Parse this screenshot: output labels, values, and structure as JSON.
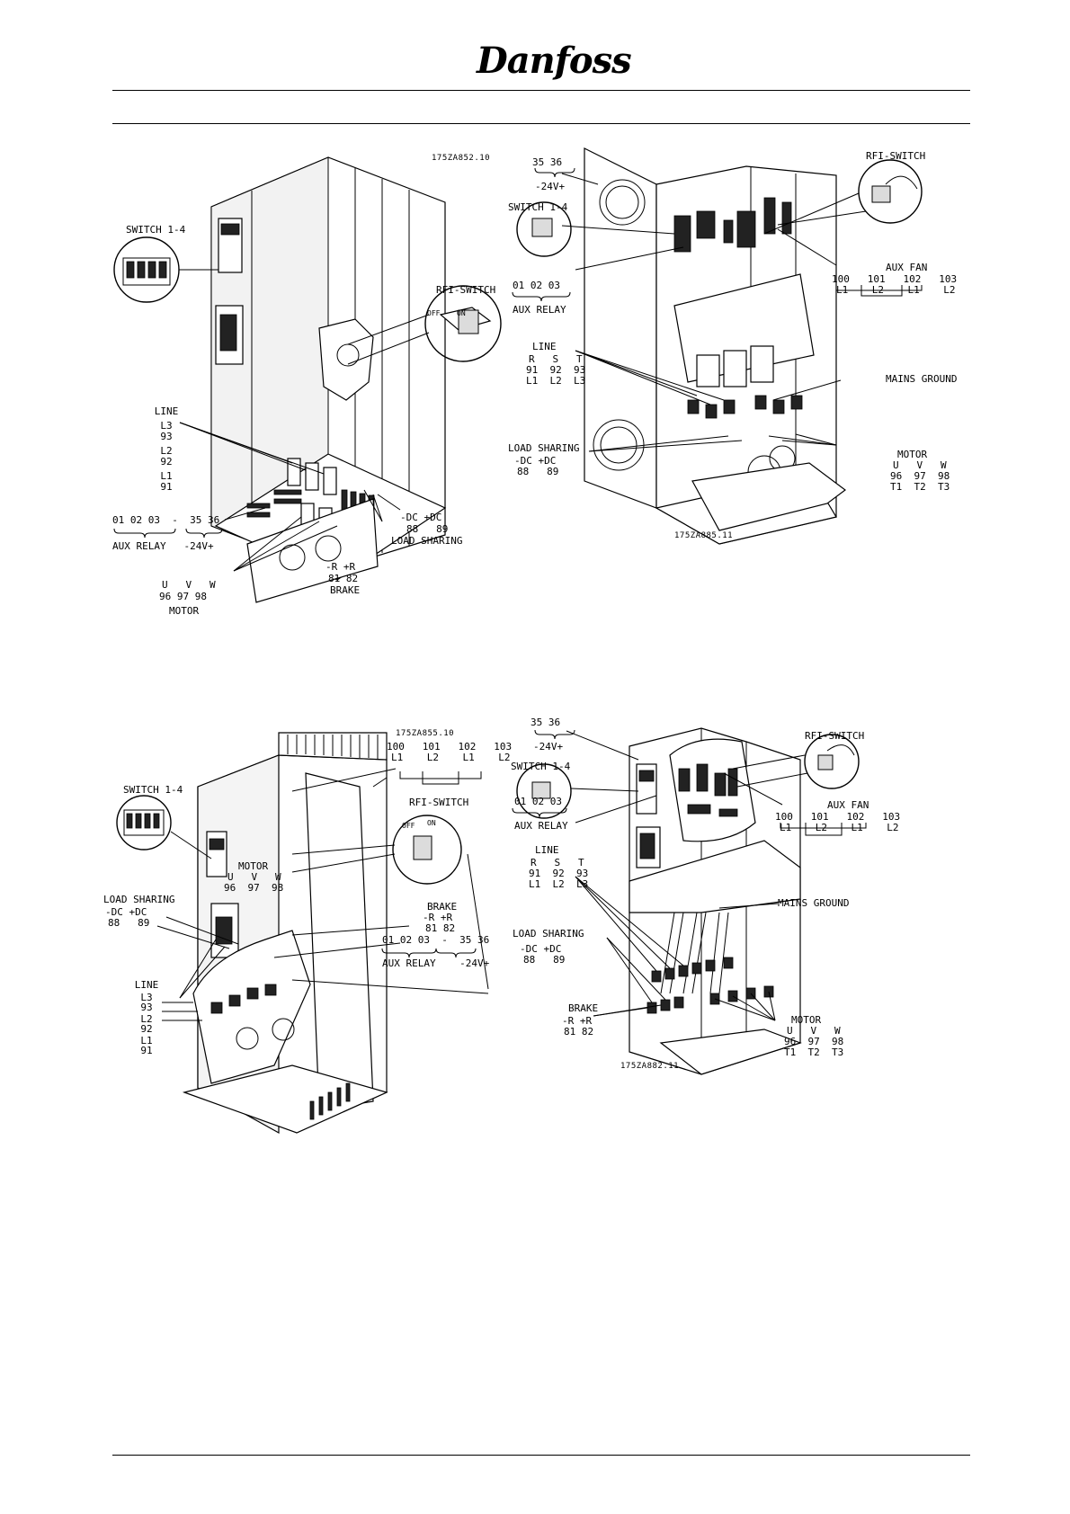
{
  "header": {
    "brand": "Danfoss"
  },
  "figures": [
    {
      "id": "fig1",
      "code": "175ZA852.10",
      "labels": {
        "switch": "SWITCH 1-4",
        "rfi": "RFI-SWITCH",
        "rfi_off": "OFF",
        "rfi_on": "ON",
        "line_title": "LINE",
        "line_l3": "L3",
        "line_93": "93",
        "line_l2": "L2",
        "line_92": "92",
        "line_l1": "L1",
        "line_91": "91",
        "relay_nums": "01 02 03  -  35 36",
        "relay_text": "AUX RELAY   -24V+",
        "dc_nums": "-DC +DC",
        "dc_vals": "88   89",
        "dc_text": "LOAD SHARING",
        "brake_nums": "-R +R",
        "brake_vals": "81 82",
        "brake_text": "BRAKE",
        "motor_uvw": "U   V   W",
        "motor_nums": "96 97 98",
        "motor_text": "MOTOR"
      }
    },
    {
      "id": "fig2",
      "code": "175ZA885.11",
      "labels": {
        "v24_nums": "35 36",
        "v24_text": "-24V+",
        "switch": "SWITCH 1-4",
        "relay_nums": "01 02 03",
        "relay_text": "AUX RELAY",
        "line_title": "LINE",
        "line_rst": "R   S   T",
        "line_nums": "91  92  93",
        "line_l": "L1  L2  L3",
        "rfi": "RFI-SWITCH",
        "fan_title": "AUX FAN",
        "fan_nums": "100   101   102   103",
        "fan_l": "L1    L2    L1    L2",
        "ground": "MAINS GROUND",
        "dc_title": "LOAD SHARING",
        "dc_nums": "-DC +DC",
        "dc_vals": "88   89",
        "motor_title": "MOTOR",
        "motor_uvw": "U   V   W",
        "motor_nums": "96  97  98",
        "motor_t": "T1  T2  T3"
      }
    },
    {
      "id": "fig3",
      "code": "175ZA855.10",
      "labels": {
        "fan_nums": "100   101   102   103",
        "fan_l": "L1    L2    L1    L2",
        "switch": "SWITCH 1-4",
        "rfi": "RFI-SWITCH",
        "rfi_off": "OFF",
        "rfi_on": "ON",
        "motor_title": "MOTOR",
        "motor_uvw": "U   V   W",
        "motor_nums": "96  97  98",
        "dc_title": "LOAD SHARING",
        "dc_nums": "-DC +DC",
        "dc_vals": "88   89",
        "brake_title": "BRAKE",
        "brake_nums": "-R +R",
        "brake_vals": "81 82",
        "relay_nums": "01 02 03  -  35 36",
        "relay_text": "AUX RELAY    -24V+",
        "line_title": "LINE",
        "line_l3": "L3",
        "line_93": "93",
        "line_l2": "L2",
        "line_92": "92",
        "line_l1": "L1",
        "line_91": "91"
      }
    },
    {
      "id": "fig4",
      "code": "175ZA882.11",
      "labels": {
        "v24_nums": "35 36",
        "v24_text": "-24V+",
        "switch": "SWITCH 1-4",
        "relay_nums": "01 02 03",
        "relay_text": "AUX RELAY",
        "line_title": "LINE",
        "line_rst": "R   S   T",
        "line_nums": "91  92  93",
        "line_l": "L1  L2  L3",
        "rfi": "RFI-SWITCH",
        "fan_title": "AUX FAN",
        "fan_nums": "100   101   102   103",
        "fan_l": "L1    L2    L1    L2",
        "ground": "MAINS GROUND",
        "dc_title": "LOAD SHARING",
        "dc_nums": "-DC +DC",
        "dc_vals": "88   89",
        "brake_title": "BRAKE",
        "brake_nums": "-R +R",
        "brake_vals": "81 82",
        "motor_title": "MOTOR",
        "motor_uvw": "U   V   W",
        "motor_nums": "96  97  98",
        "motor_t": "T1  T2  T3"
      }
    }
  ]
}
